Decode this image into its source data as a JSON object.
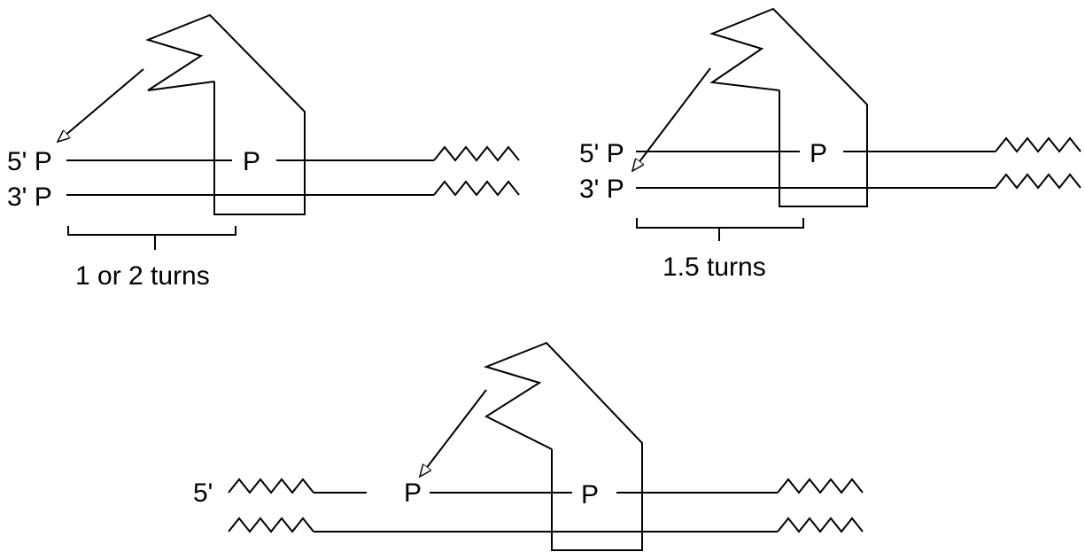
{
  "diagram_1": {
    "label_5p": "5' P",
    "label_3p": "3' P",
    "label_internal_p": "P",
    "bracket_caption": "1 or 2 turns"
  },
  "diagram_2": {
    "label_5p": "5' P",
    "label_3p": "3' P",
    "label_internal_p": "P",
    "bracket_caption": "1.5 turns"
  },
  "diagram_3": {
    "label_5p": "5'",
    "label_p_left": "P",
    "label_p_right": "P"
  }
}
